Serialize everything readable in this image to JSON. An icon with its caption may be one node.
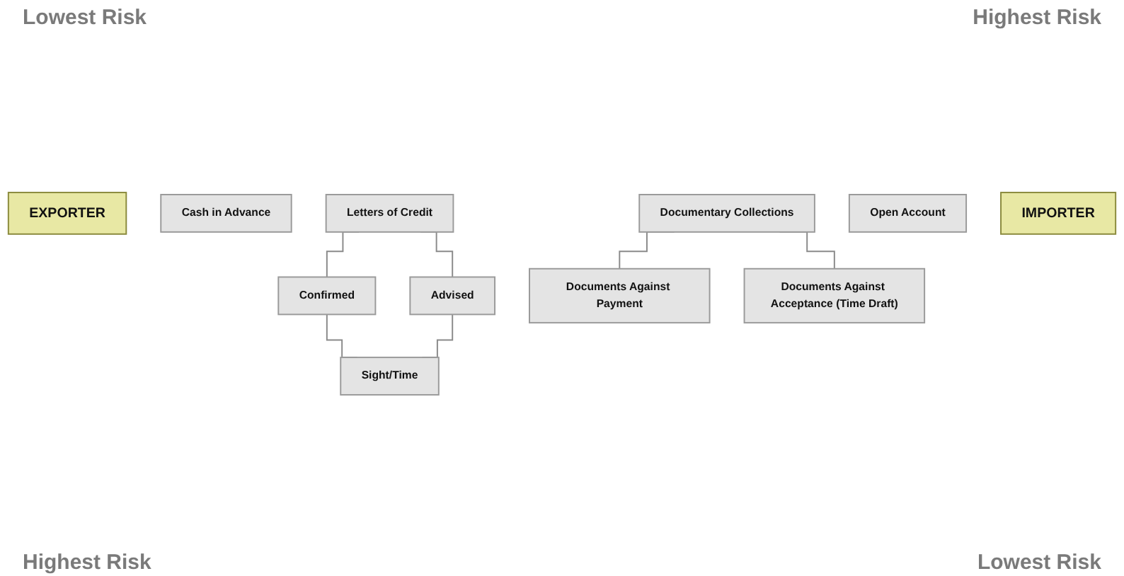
{
  "diagram": {
    "nodes": [
      {
        "text": [
          "EXPORTER"
        ]
      },
      {
        "text": [
          "Cash in Advance"
        ]
      },
      {
        "text": [
          "Letters of Credit"
        ]
      },
      {
        "text": [
          "Documentary Collections"
        ]
      },
      {
        "text": [
          "Open Account"
        ]
      },
      {
        "text": [
          "Confirmed"
        ]
      },
      {
        "text": [
          "Advised"
        ]
      },
      {
        "text": [
          "Documents Against Payment"
        ]
      },
      {
        "text": [
          "Documents Against Acceptance (Time Draft)"
        ]
      },
      {
        "text": [
          "Sight/Time"
        ]
      },
      {
        "text": [
          "IMPORTER"
        ]
      }
    ],
    "edges": [
      {
        "from": 2,
        "to": 5,
        "arrow": "none"
      },
      {
        "from": 2,
        "to": 6,
        "arrow": "none"
      },
      {
        "from": 5,
        "to": 9,
        "arrow": "none"
      },
      {
        "from": 6,
        "to": 9,
        "arrow": "none"
      },
      {
        "from": 3,
        "to": 7,
        "arrow": "none"
      },
      {
        "from": 3,
        "to": 8,
        "arrow": "none"
      }
    ],
    "labels": [
      "Lowest Risk",
      "Highest Risk",
      "Highest Risk",
      "Lowest Risk"
    ]
  }
}
